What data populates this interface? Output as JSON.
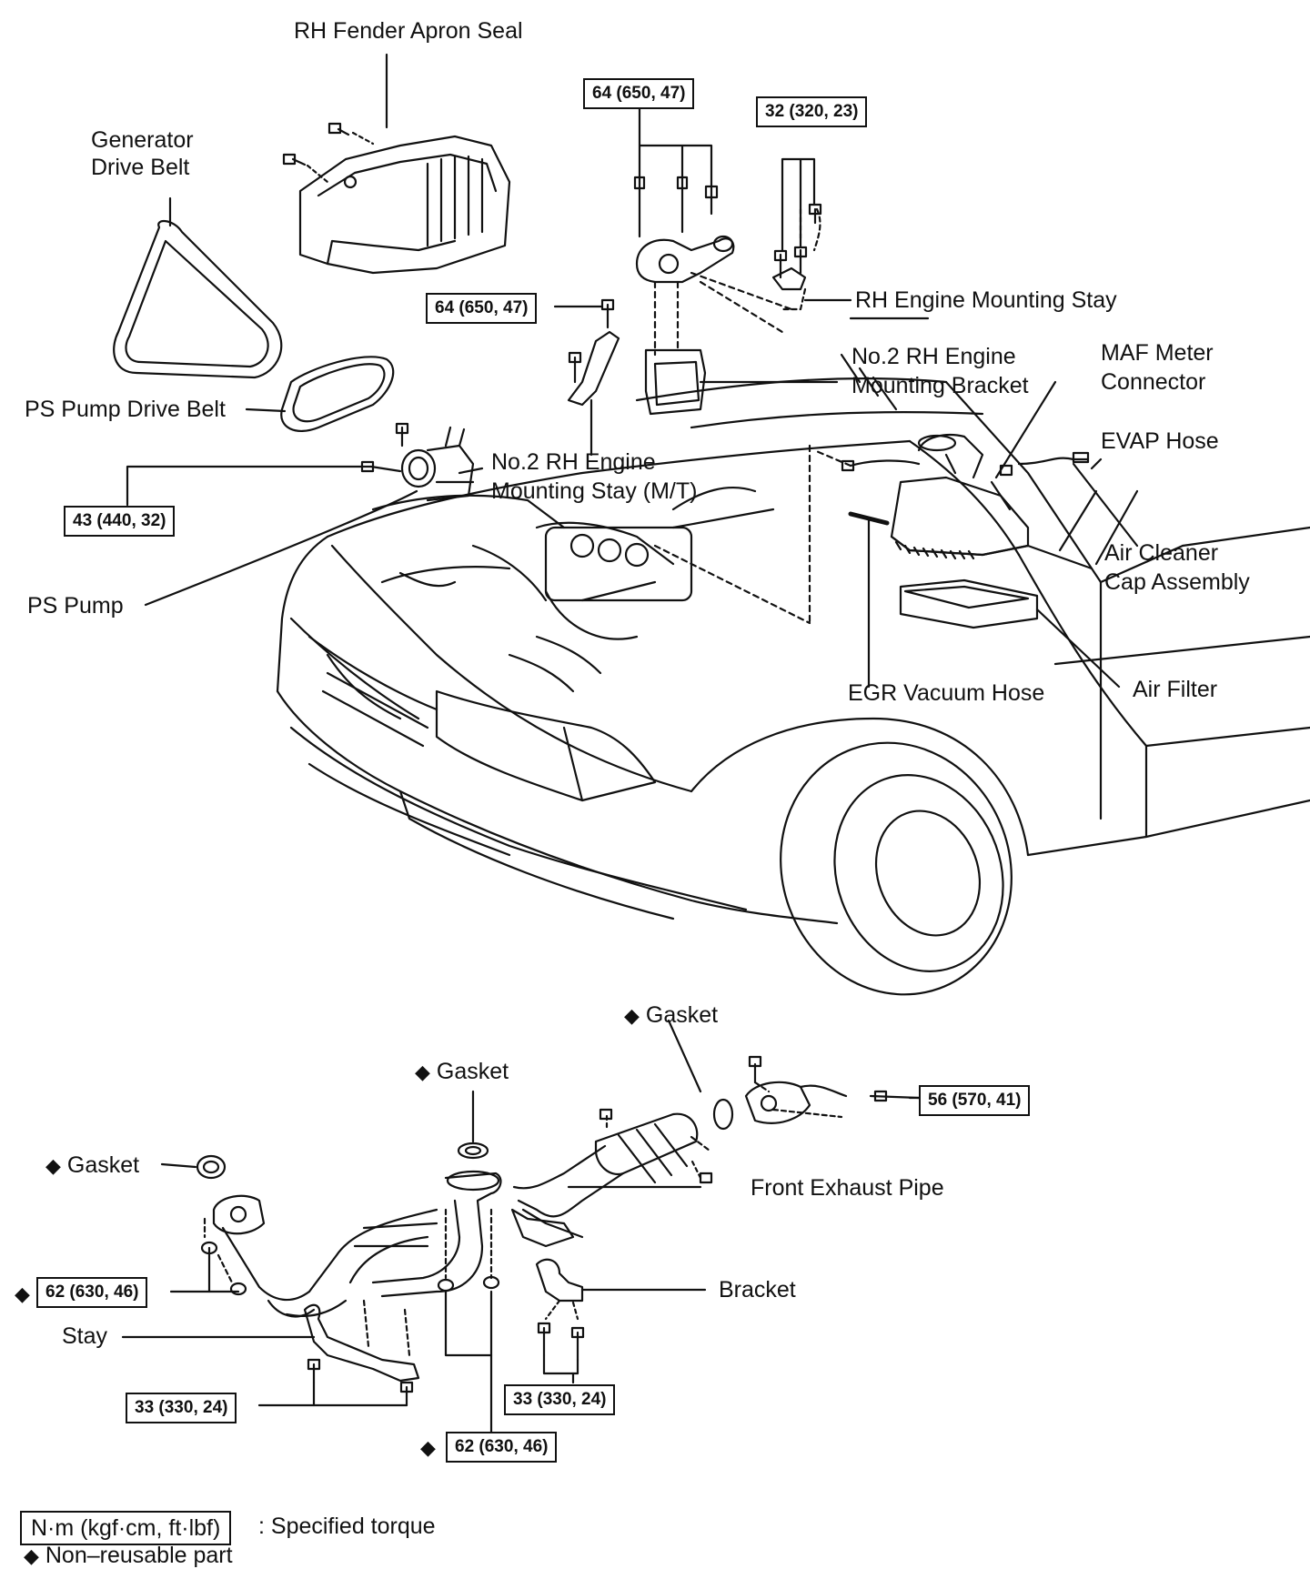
{
  "labels": {
    "rh_fender_apron_seal": "RH Fender Apron Seal",
    "generator_drive_belt_1": "Generator",
    "generator_drive_belt_2": "Drive Belt",
    "ps_pump_drive_belt": "PS Pump Drive Belt",
    "ps_pump": "PS Pump",
    "rh_engine_mounting_stay": "RH Engine Mounting Stay",
    "no2_rh_engine_mounting_bracket_1": "No.2 RH Engine",
    "no2_rh_engine_mounting_bracket_2": "Mounting Bracket",
    "maf_meter_connector_1": "MAF Meter",
    "maf_meter_connector_2": "Connector",
    "evap_hose": "EVAP Hose",
    "no2_rh_engine_mounting_stay_1": "No.2 RH Engine",
    "no2_rh_engine_mounting_stay_2": "Mounting Stay (M/T)",
    "air_cleaner_cap_1": "Air Cleaner",
    "air_cleaner_cap_2": "Cap Assembly",
    "air_filter": "Air Filter",
    "egr_vacuum_hose": "EGR Vacuum Hose",
    "gasket_top": "Gasket",
    "gasket_mid": "Gasket",
    "gasket_left": "Gasket",
    "front_exhaust_pipe": "Front Exhaust Pipe",
    "bracket": "Bracket",
    "stay": "Stay"
  },
  "torques": {
    "t64_top": "64 (650, 47)",
    "t32": "32 (320, 23)",
    "t64_mid": "64 (650, 47)",
    "t43": "43 (440, 32)",
    "t56": "56 (570, 41)",
    "t62_left": "62 (630, 46)",
    "t33_left": "33 (330, 24)",
    "t33_right": "33 (330, 24)",
    "t62_bottom": "62 (630, 46)"
  },
  "legend": {
    "torque_unit_box": "N·m (kgf·cm, ft·lbf)",
    "torque_unit_text": ": Specified torque",
    "non_reusable": "Non–reusable part"
  },
  "symbols": {
    "diamond": "◆"
  }
}
